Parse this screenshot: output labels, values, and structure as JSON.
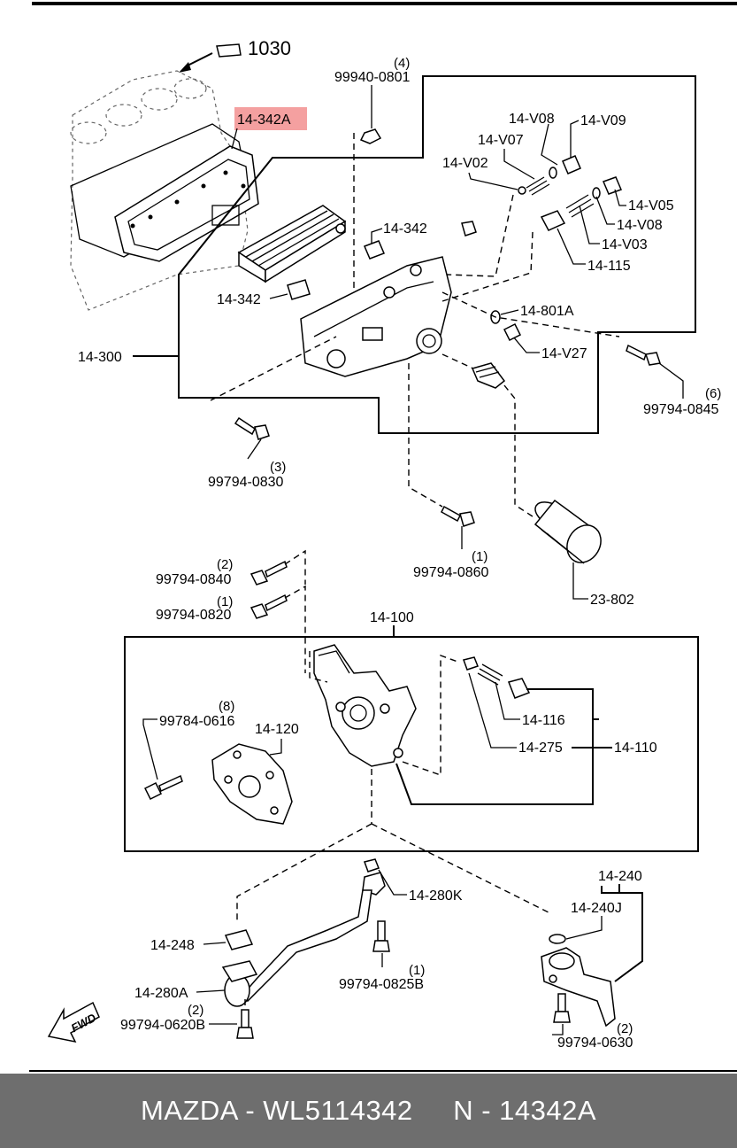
{
  "colors": {
    "highlight": "#f4a0a0",
    "footer_bg": "#6e6e6e",
    "footer_text": "#ffffff"
  },
  "labels": {
    "l1030": "1030",
    "l14_342A": "14-342A",
    "q4": "(4)",
    "l99940_0801": "99940-0801",
    "l14_V08a": "14-V08",
    "l14_V09": "14-V09",
    "l14_V07": "14-V07",
    "l14_V02": "14-V02",
    "l14_V05": "14-V05",
    "l14_V08b": "14-V08",
    "l14_V03": "14-V03",
    "l14_115": "14-115",
    "l14_342a": "14-342",
    "l14_342b": "14-342",
    "l14_801A": "14-801A",
    "l14_V27": "14-V27",
    "l14_300": "14-300",
    "q6": "(6)",
    "l99794_0845": "99794-0845",
    "q3": "(3)",
    "l99794_0830": "99794-0830",
    "q1a": "(1)",
    "l99794_0860": "99794-0860",
    "l23_802": "23-802",
    "q2a": "(2)",
    "l99794_0840": "99794-0840",
    "q1b": "(1)",
    "l99794_0820": "99794-0820",
    "l14_100": "14-100",
    "q8": "(8)",
    "l99784_0616": "99784-0616",
    "l14_120": "14-120",
    "l14_116": "14-116",
    "l14_275": "14-275",
    "l14_110": "14-110",
    "l14_240": "14-240",
    "l14_280K": "14-280K",
    "l14_240J": "14-240J",
    "l14_248": "14-248",
    "q1c": "(1)",
    "l99794_0825B": "99794-0825B",
    "l14_280A": "14-280A",
    "q2b": "(2)",
    "l99794_0620B": "99794-0620B",
    "q2c": "(2)",
    "l99794_0630": "99794-0630",
    "fwd": "FWD"
  },
  "footer": {
    "text": "MAZDA - WL5114342     N - 14342A"
  }
}
